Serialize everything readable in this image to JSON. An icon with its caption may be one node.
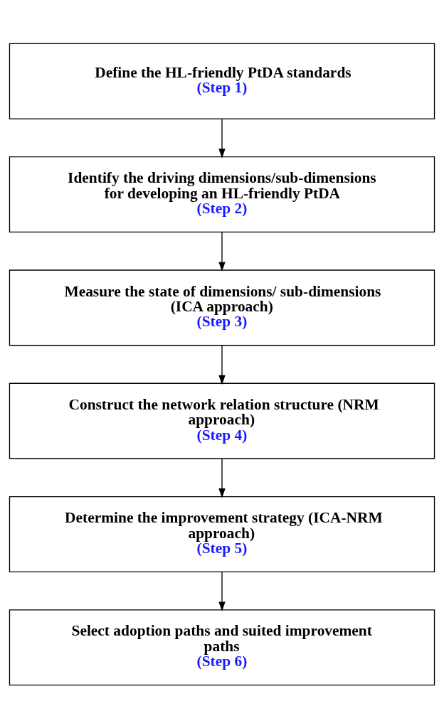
{
  "diagram": {
    "nodes": [
      {
        "text": [
          "Define the HL-friendly PtDA standards",
          "(Step 1)"
        ]
      },
      {
        "text": [
          "Identify the driving dimensions/sub-dimensions for developing an HL-friendly PtDA",
          "(Step 2)"
        ]
      },
      {
        "text": [
          "Measure the state of dimensions/ sub-dimensions (ICA approach)",
          "(Step 3)"
        ]
      },
      {
        "text": [
          "Construct the network relation structure (NRM approach)",
          "(Step 4)"
        ]
      },
      {
        "text": [
          "Determine the improvement strategy (ICA-NRM approach)",
          "(Step 5)"
        ]
      },
      {
        "text": [
          "Select adoption paths and suited improvement paths",
          "(Step 6)"
        ]
      }
    ],
    "edges": [
      {
        "from": 0,
        "to": 1,
        "arrow": "to"
      },
      {
        "from": 1,
        "to": 2,
        "arrow": "to"
      },
      {
        "from": 2,
        "to": 3,
        "arrow": "to"
      },
      {
        "from": 3,
        "to": 4,
        "arrow": "to"
      },
      {
        "from": 4,
        "to": 5,
        "arrow": "to"
      }
    ]
  }
}
